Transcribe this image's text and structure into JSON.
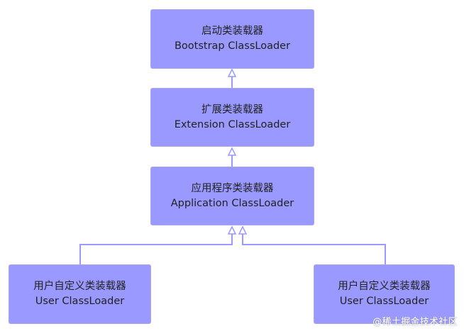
{
  "nodes": {
    "bootstrap": {
      "line1": "启动类装载器",
      "line2": "Bootstrap ClassLoader"
    },
    "extension": {
      "line1": "扩展类装载器",
      "line2": "Extension ClassLoader"
    },
    "application": {
      "line1": "应用程序类装载器",
      "line2": "Application ClassLoader"
    },
    "user_left": {
      "line1": "用户自定义类装载器",
      "line2": "User ClassLoader"
    },
    "user_right": {
      "line1": "用户自定义类装载器",
      "line2": "User ClassLoader"
    }
  },
  "watermark": "@稀土掘金技术社区",
  "colors": {
    "node_fill": "#9999ff",
    "node_border": "#a7a7ef",
    "connector": "#9999ff",
    "text": "#222222"
  }
}
